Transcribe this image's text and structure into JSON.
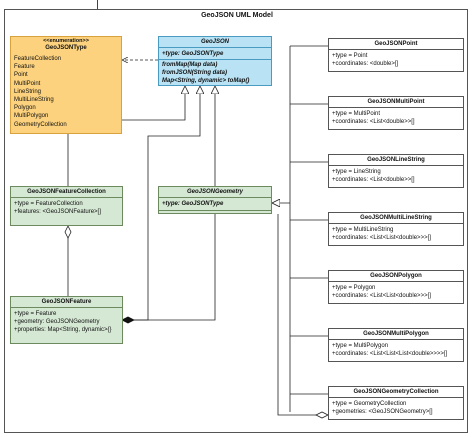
{
  "diagram": {
    "title": "GeoJSON UML Model"
  },
  "enumeration": {
    "stereotype": "<<enumeration>>",
    "name": "GeoJSONType",
    "values": [
      "FeatureCollection",
      "Feature",
      "Point",
      "MultiPoint",
      "LineString",
      "MultiLineString",
      "Polygon",
      "MultiPolygon",
      "GeometryCollection"
    ]
  },
  "geojson": {
    "name": "GeoJSON",
    "attributes": [
      "+type: GeoJSONType"
    ],
    "methods": [
      "fromMap(Map data)",
      "fromJSON(String data)",
      "Map<String, dynamic> toMap()"
    ]
  },
  "feature_collection": {
    "name": "GeoJSONFeatureCollection",
    "attributes": [
      "+type = FeatureCollection",
      "+features: <GeoJSONFeature>[]"
    ]
  },
  "geometry": {
    "name": "GeoJSONGeometry",
    "attributes": [
      "+type: GeoJSONType"
    ]
  },
  "feature": {
    "name": "GeoJSONFeature",
    "attributes": [
      "+type = Feature",
      "+geometry: GeoJSONGeometry",
      "+properties: Map<String, dynamic>{}"
    ]
  },
  "point": {
    "name": "GeoJSONPoint",
    "attributes": [
      "+type = Point",
      "+coordinates: <double>[]"
    ]
  },
  "multipoint": {
    "name": "GeoJSONMultiPoint",
    "attributes": [
      "+type = MultiPoint",
      "+coordinates: <List<double>>[]"
    ]
  },
  "linestring": {
    "name": "GeoJSONLineString",
    "attributes": [
      "+type = LineString",
      "+coordinates: <List<double>>[]"
    ]
  },
  "multilinestring": {
    "name": "GeoJSONMultiLineString",
    "attributes": [
      "+type = MultiLineString",
      "+coordinates: <List<List<double>>>[]"
    ]
  },
  "polygon": {
    "name": "GeoJSONPolygon",
    "attributes": [
      "+type = Polygon",
      "+coordinates: <List<List<double>>>[]"
    ]
  },
  "multipolygon": {
    "name": "GeoJSONMultiPolygon",
    "attributes": [
      "+type = MultiPolygon",
      "+coordinates: <List<List<List<double>>>>[]"
    ]
  },
  "geometry_collection": {
    "name": "GeoJSONGeometryCollection",
    "attributes": [
      "+type = GeometryCollection",
      "+geometries: <GeoJSONGeometry>[]"
    ]
  }
}
